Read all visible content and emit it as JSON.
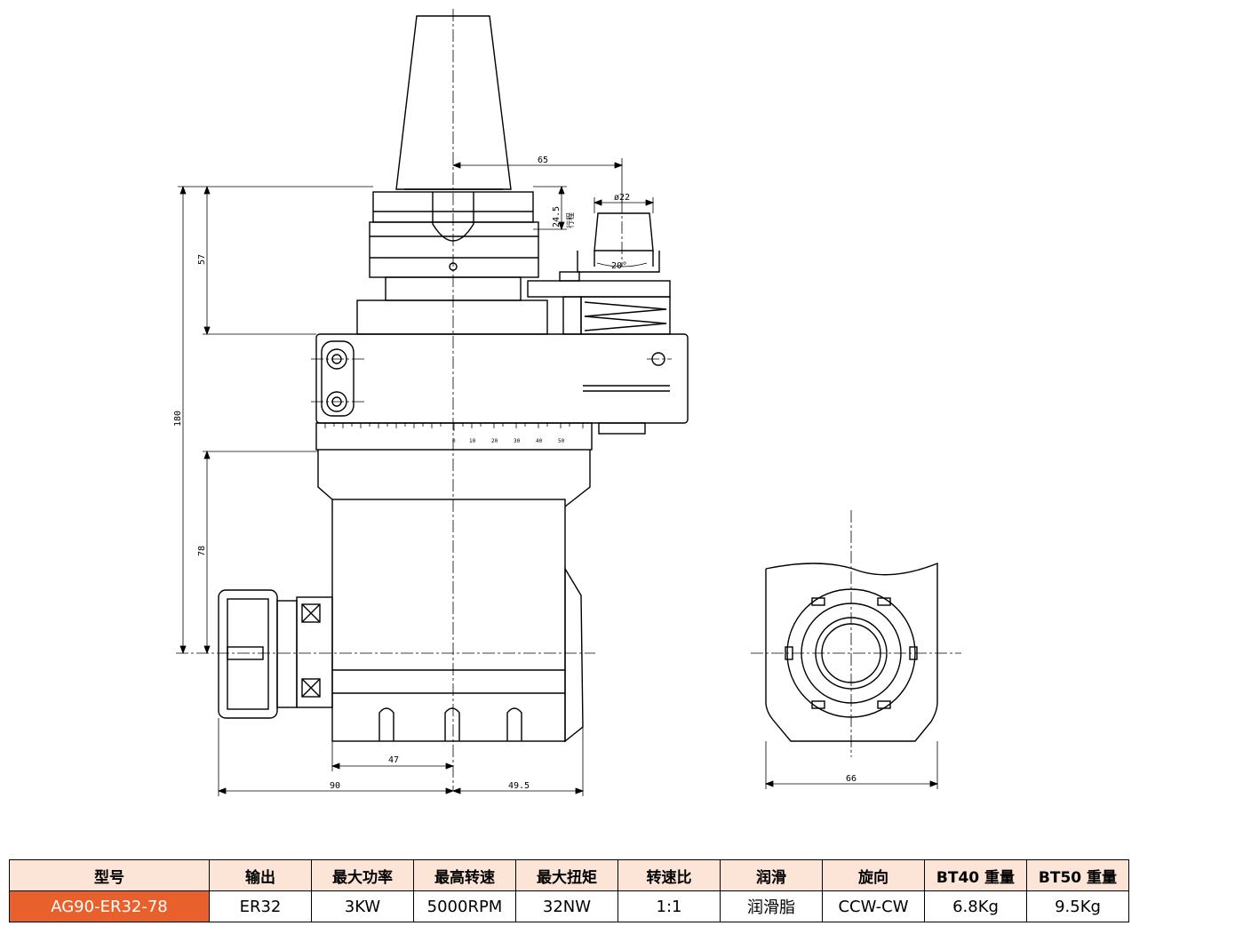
{
  "colors": {
    "header_bg": "#fce4d6",
    "model_bg": "#e8612c",
    "model_text": "#ffffff",
    "line": "#000000"
  },
  "drawing": {
    "dims": {
      "d65": "65",
      "d24_5": "24.5",
      "stroke_label": "行程",
      "d22": "ø22",
      "d20": "20°",
      "d57": "57",
      "d180": "180",
      "d78": "78",
      "d47": "47",
      "d90": "90",
      "d49_5": "49.5",
      "d66": "66"
    },
    "scale_marks": [
      "0",
      "10",
      "20",
      "30",
      "40",
      "50"
    ]
  },
  "spec_table": {
    "headers": [
      "型号",
      "输出",
      "最大功率",
      "最高转速",
      "最大扭矩",
      "转速比",
      "润滑",
      "旋向",
      "BT40 重量",
      "BT50 重量"
    ],
    "values": [
      "AG90-ER32-78",
      "ER32",
      "3KW",
      "5000RPM",
      "32NW",
      "1:1",
      "润滑脂",
      "CCW-CW",
      "6.8Kg",
      "9.5Kg"
    ]
  }
}
